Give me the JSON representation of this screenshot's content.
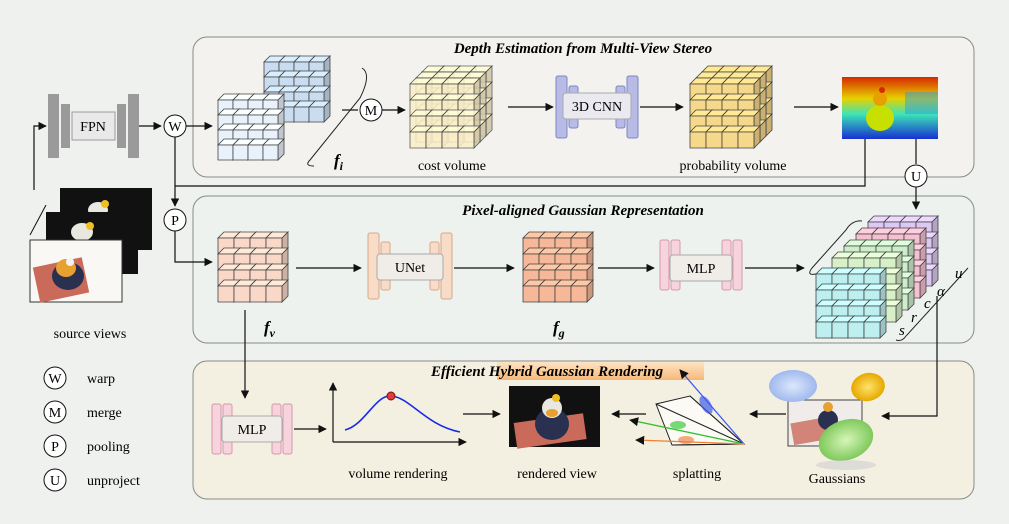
{
  "panels": {
    "depth_title": "Depth Estimation from Multi-View Stereo",
    "pixel_title": "Pixel-aligned Gaussian Representation",
    "render_title_prefix": "Efficient",
    "render_title_highlight": "Hybrid Gaussian Rendering"
  },
  "nodes": {
    "fpn": "FPN",
    "cnn3d": "3D CNN",
    "unet": "UNet",
    "mlp_gauss": "MLP",
    "mlp_render": "MLP"
  },
  "ops": {
    "warp_symbol": "W",
    "merge_symbol": "M",
    "pooling_symbol": "P",
    "unproject_symbol": "U"
  },
  "labels": {
    "f_i_base": "f",
    "f_i_sub": "i",
    "f_v_base": "f",
    "f_v_sub": "v",
    "f_g_base": "f",
    "f_g_sub": "g",
    "cost_volume": "cost volume",
    "probability_volume": "probability volume",
    "source_views": "source views",
    "volume_rendering": "volume rendering",
    "rendered_view": "rendered view",
    "splatting": "splatting",
    "gaussians": "Gaussians",
    "attr_u": "u",
    "attr_alpha": "α",
    "attr_c": "c",
    "attr_r": "r",
    "attr_s": "s"
  },
  "legend": [
    {
      "symbol": "W",
      "label": "warp"
    },
    {
      "symbol": "M",
      "label": "merge"
    },
    {
      "symbol": "P",
      "label": "pooling"
    },
    {
      "symbol": "U",
      "label": "unproject"
    }
  ],
  "colors": {
    "page_bg": "#eef1ed",
    "depth_panel_bg": "#f3f2ee",
    "pixel_panel_bg": "#edf2ee",
    "render_panel_bg": "#f4f0e1",
    "feature_blue": "#c9dcf0",
    "cost_yellow": "#fbefc9",
    "prob_yellow": "#f6d88a",
    "feature_pink": "#f9d8c8",
    "feature_orange": "#f6b898",
    "gauss_cyan": "#bdeef0",
    "gauss_green": "#cdeecb",
    "gauss_pink": "#f5c0d0",
    "gauss_purple": "#dcc8f0",
    "cnn_purple": "#b9bde8",
    "unet_peach": "#f9dcc8",
    "mlp_pink": "#f7d3dd",
    "highlight": "#f6c79a"
  }
}
